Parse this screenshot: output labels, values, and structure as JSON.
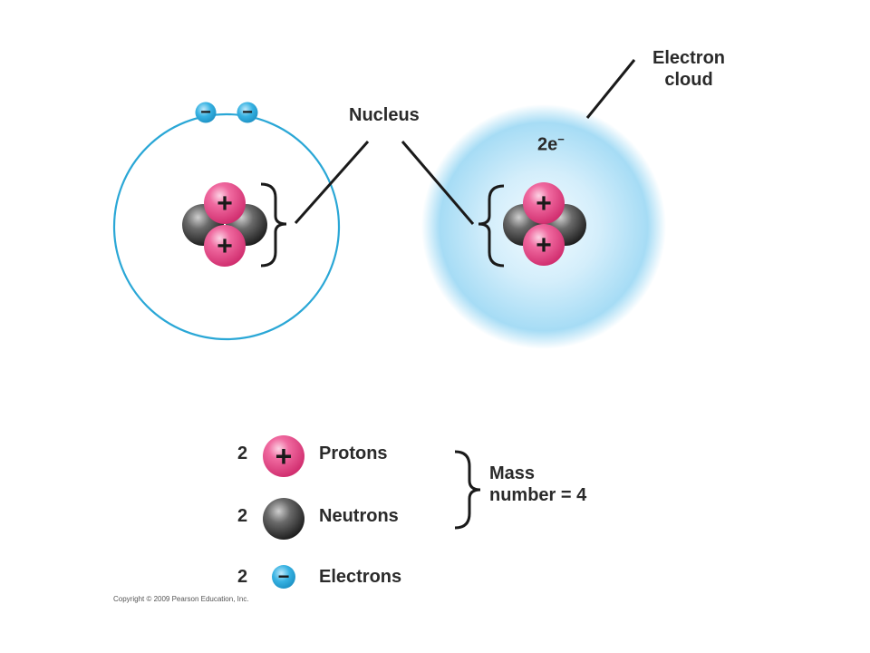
{
  "labels": {
    "electron_cloud": "Electron cloud",
    "nucleus": "Nucleus",
    "electron_count": "2e",
    "electron_count_sup": "−"
  },
  "legend": {
    "protons": {
      "count": "2",
      "label": "Protons"
    },
    "neutrons": {
      "count": "2",
      "label": "Neutrons"
    },
    "electrons": {
      "count": "2",
      "label": "Electrons"
    },
    "mass_number_line1": "Mass",
    "mass_number_line2": "number = 4"
  },
  "copyright": "Copyright © 2009 Pearson Education, Inc.",
  "colors": {
    "orbit": "#2aa7d6",
    "electron": "#2aa7d6",
    "proton": "#e0407f",
    "neutron": "#555555",
    "cloud": "#9fd6f2",
    "line": "#1a1a1a"
  },
  "icons": {
    "proton_symbol": "+",
    "electron_symbol": "−"
  }
}
